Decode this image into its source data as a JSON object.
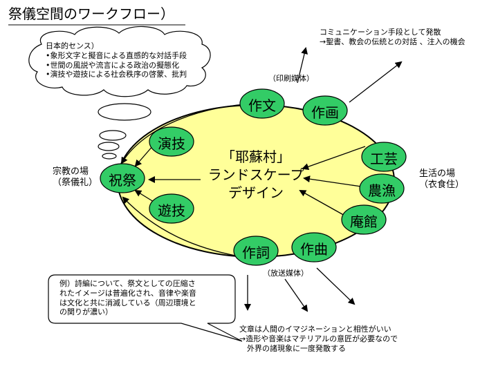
{
  "title": "祭儀空間のワークフロー）",
  "cloud": {
    "lines": [
      "日本的センス）",
      "•象形文字と擬音による直感的な対話手段",
      "•世間の風説や流言による政治の擬態化",
      "•演技や遊技による社会秩序の啓蒙、批判"
    ]
  },
  "top_note": {
    "lines": [
      "コミュニケーション手段として発散",
      "→聖書、教会の伝統との対話 、注入の機会"
    ]
  },
  "print_media": "（印刷媒体）",
  "broadcast_media": "（放送媒体）",
  "center": {
    "lines": [
      "「耶蘇村」",
      "ランドスケープ",
      "デザイン"
    ]
  },
  "nodes": {
    "sakubun": "作文",
    "sakuga": "作画",
    "engi": "演技",
    "yugi": "遊技",
    "saishi": "祝祭",
    "kogei": "工芸",
    "nogyo": "農漁",
    "ankan": "庵館",
    "sakushi": "作詞",
    "sakkyoku": "作曲"
  },
  "left_label": {
    "lines": [
      "宗教の場",
      "（祭儀礼）"
    ]
  },
  "right_label": {
    "lines": [
      "生活の場",
      "（衣食住）"
    ]
  },
  "speech": {
    "lines": [
      "例）詩編について、祭文としての圧縮さ",
      "れたイメージは普遍化され、音律や楽音",
      "は文化と共に消滅している（周辺環境と",
      "の関りが濃い）"
    ]
  },
  "bottom_note": {
    "lines": [
      "文章は人間のイマジネーションと相性がいい",
      "→造形や音楽はマテリアルの意匠が必要なので",
      "　外界の諸現象に一度発散する"
    ]
  },
  "colors": {
    "ellipse": "#ffff99",
    "node": "#33cc66",
    "stroke": "#000000"
  }
}
